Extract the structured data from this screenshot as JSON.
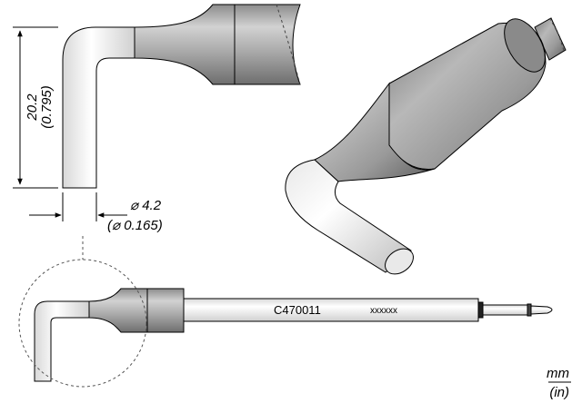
{
  "diagram": {
    "dimension_length": {
      "mm": "20.2",
      "inch": "(0.795)"
    },
    "dimension_diameter": {
      "mm": "⌀ 4.2",
      "inch": "(⌀ 0.165)"
    },
    "part_number": "C470011",
    "marking": "xxxxxx",
    "units": {
      "top": "mm",
      "bottom": "(in)"
    }
  }
}
